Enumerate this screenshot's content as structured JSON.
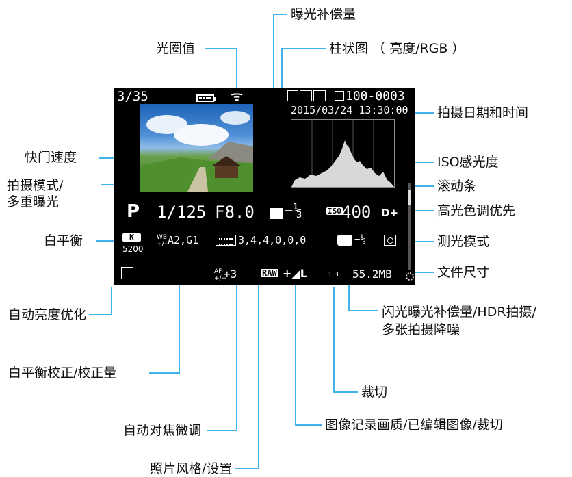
{
  "screen": {
    "image_counter": "3/35",
    "file_number": "100-0003",
    "datetime": "2015/03/24  13:30:00",
    "shooting_mode": "P",
    "shutter_speed": "1/125",
    "aperture": "F8.0",
    "exposure_comp": "−⅓",
    "iso_badge": "ISO",
    "iso": "400",
    "d_plus": "D+",
    "wb_letter": "K",
    "wb_kelvin": "5200",
    "wb_shift_prefix": "WB\n+/−",
    "wb_shift": "A2,G1",
    "picture_style": "3,4,4,0,0,0",
    "flash_comp": "−⅓",
    "af_prefix": "AF\n+/−",
    "af_microadjust": "+3",
    "raw_badge": "RAW",
    "quality": "+◢L",
    "crop_ratio": "1.3",
    "file_size": "55.2MB"
  },
  "callouts": {
    "exposure_comp": "曝光补偿量",
    "aperture": "光圈值",
    "histogram": "柱状图 （ 亮度/RGB ）",
    "datetime": "拍摄日期和时间",
    "shutter": "快门速度",
    "iso": "ISO感光度",
    "mode": "拍摄模式/\n多重曝光",
    "scroll": "滚动条",
    "highlight": "高光色调优先",
    "wb": "白平衡",
    "metering": "测光模式",
    "file_size": "文件尺寸",
    "alo": "自动亮度优化",
    "flash": "闪光曝光补偿量/HDR拍摄/\n多张拍摄降噪",
    "wb_shift": "白平衡校正/校正量",
    "crop": "裁切",
    "af": "自动对焦微调",
    "quality": "图像记录画质/已编辑图像/裁切",
    "style": "照片风格/设置"
  },
  "colors": {
    "leader": "#3fb4e8",
    "screen_bg": "#000000",
    "histogram_fill": "#d8d8d8"
  }
}
